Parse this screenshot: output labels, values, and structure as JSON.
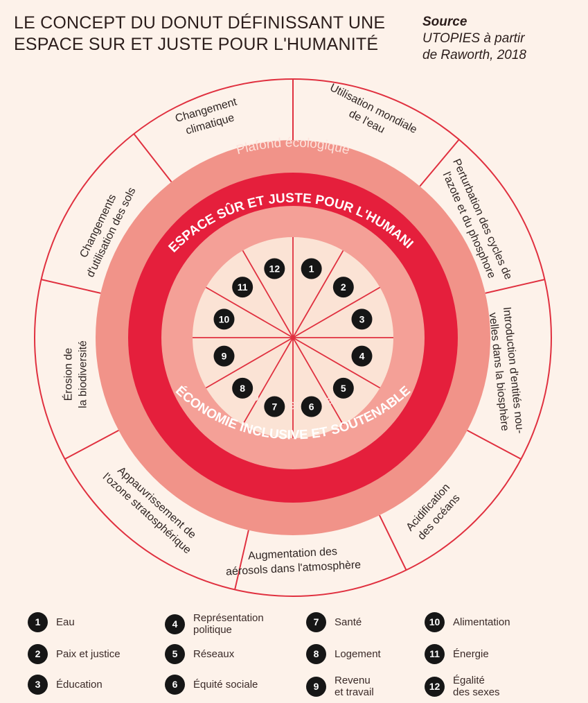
{
  "header": {
    "title_lines": [
      "LE CONCEPT DU DONUT DÉFINISSANT UNE",
      "ESPACE SUR ET JUSTE POUR L'HUMANITÉ"
    ],
    "source_label": "Source",
    "source_lines": [
      "UTOPIES à partir",
      "de Raworth, 2018"
    ]
  },
  "diagram": {
    "ceiling_label": "Plafond écologique",
    "floor_label": "Plancher social",
    "top_band_label": "L'ESPACE SÛR ET JUSTE POUR L'HUMANITÉ",
    "bottom_band_label": "ÉCONOMIE INCLUSIVE ET SOUTENABLE",
    "outer_segments": [
      {
        "lines": [
          "Utilisation mondiale",
          "de l'eau"
        ]
      },
      {
        "lines": [
          "Perturbation des cycles de",
          "l'azote et du phosphore"
        ]
      },
      {
        "lines": [
          "Introduction d'entités nou-",
          "velles dans la biosphère"
        ]
      },
      {
        "lines": [
          "Acidification",
          "des océans"
        ]
      },
      {
        "lines": [
          "Augmentation des",
          "aérosols dans l'atmosphère"
        ]
      },
      {
        "lines": [
          "Appauvrissement de",
          "l'ozone stratosphérique"
        ]
      },
      {
        "lines": [
          "Érosion de",
          "la biodiversité"
        ]
      },
      {
        "lines": [
          "Changements",
          "d'utilisation des sols"
        ]
      },
      {
        "lines": [
          "Changement",
          "climatique"
        ]
      }
    ],
    "inner_numbers": [
      "1",
      "2",
      "3",
      "4",
      "5",
      "6",
      "7",
      "8",
      "9",
      "10",
      "11",
      "12"
    ]
  },
  "legend": [
    {
      "num": "1",
      "lines": [
        "Eau"
      ]
    },
    {
      "num": "2",
      "lines": [
        "Paix et justice"
      ]
    },
    {
      "num": "3",
      "lines": [
        "Éducation"
      ]
    },
    {
      "num": "4",
      "lines": [
        "Représentation",
        "politique"
      ]
    },
    {
      "num": "5",
      "lines": [
        "Réseaux"
      ]
    },
    {
      "num": "6",
      "lines": [
        "Équité sociale"
      ]
    },
    {
      "num": "7",
      "lines": [
        "Santé"
      ]
    },
    {
      "num": "8",
      "lines": [
        "Logement"
      ]
    },
    {
      "num": "9",
      "lines": [
        "Revenu",
        "et travail"
      ]
    },
    {
      "num": "10",
      "lines": [
        "Alimentation"
      ]
    },
    {
      "num": "11",
      "lines": [
        "Énergie"
      ]
    },
    {
      "num": "12",
      "lines": [
        "Égalité",
        "des sexes"
      ]
    }
  ],
  "colors": {
    "background": "#fdf2ea",
    "outer_ring": "#fdf2ea",
    "outer_lines": "#e0303f",
    "ceiling_ring": "#f19389",
    "band": "#e51f3c",
    "inner_ring": "#f4a097",
    "core": "#fbe3d5",
    "number_badge": "#161616"
  }
}
